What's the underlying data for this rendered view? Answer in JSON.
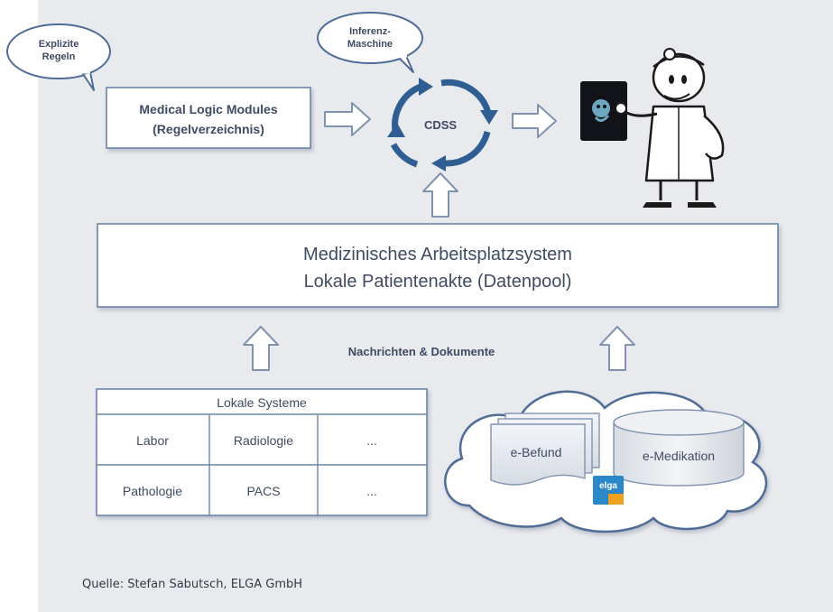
{
  "bubbles": {
    "explicit_rules": [
      "Explizite",
      "Regeln"
    ],
    "inference_engine": [
      "Inferenz-",
      "Maschine"
    ]
  },
  "mlm_box": [
    "Medical Logic Modules",
    "(Regelverzeichnis)"
  ],
  "cdss_label": "CDSS",
  "main_system": [
    "Medizinisches Arbeitsplatzsystem",
    "Lokale Patientenakte (Datenpool)"
  ],
  "messages_label": "Nachrichten & Dokumente",
  "local_systems": {
    "title": "Lokale Systeme",
    "rows": [
      [
        "Labor",
        "Radiologie",
        "..."
      ],
      [
        "Pathologie",
        "PACS",
        "..."
      ]
    ]
  },
  "cloud": {
    "befund": "e-Befund",
    "medikation": "e-Medikation",
    "logo": "elga"
  },
  "source": "Quelle: Stefan Sabutsch, ELGA GmbH",
  "colors": {
    "panel": "#e9eaee",
    "box_border": "#6b85a8",
    "text": "#3f4b63",
    "cdss_arrows": "#2f5f92",
    "hollow_arrow": "#7f93b1",
    "logo_blue": "#2a88c8",
    "logo_orange": "#f0a21e"
  }
}
